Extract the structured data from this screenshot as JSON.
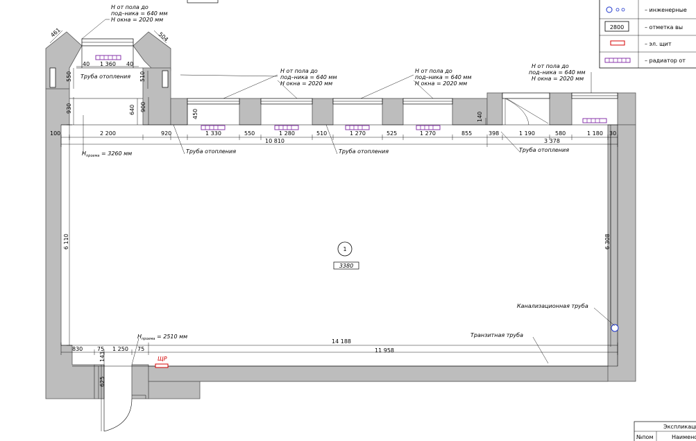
{
  "legend": {
    "items": [
      {
        "symbol": "",
        "text": "– инженерные"
      },
      {
        "symbol": "2800",
        "text": "– отметка вы"
      },
      {
        "symbol": "",
        "text": "– эл. щит"
      },
      {
        "symbol": "",
        "text": "– радиатор от"
      }
    ]
  },
  "notes": {
    "window_1": [
      "H  от пола до",
      "под–ника = 640 мм",
      "H окна = 2020 мм"
    ],
    "window_2": [
      "H  от пола до",
      "под–ника = 640 мм",
      "H окна = 2020 мм"
    ],
    "window_3": [
      "H  от пола до",
      "под–ника = 640 мм",
      "H окна = 2020 мм"
    ],
    "window_4": [
      "H  от пола до",
      "под–ника = 640 мм",
      "H окна = 2020 мм"
    ],
    "pipe_heating": "Труба отопления",
    "pipe_sewer": "Канализационная труба",
    "pipe_transit": "Транзитная труба",
    "h_opening_top": "H",
    "h_opening_top_sub": "проема",
    "h_opening_top_val": " = 3260 мм",
    "h_opening_bottom": "H",
    "h_opening_bottom_sub": "проема",
    "h_opening_bottom_val": " = 2510 мм",
    "panel_label": "ЩР"
  },
  "room": {
    "number": "1",
    "elevation": "3380"
  },
  "dims": {
    "bay_diag_left": "461",
    "bay_diag_right": "504",
    "bay_40a": "40",
    "bay_1360": "1 360",
    "bay_40b": "40",
    "bay_550": "550",
    "bay_510": "510",
    "left_930": "930",
    "left_640": "640",
    "left_900": "900",
    "seg_100": "100",
    "seg_2200": "2 200",
    "seg_920": "920",
    "seg_1330": "1 330",
    "seg_550": "550",
    "seg_1280": "1 280",
    "seg_510": "510",
    "seg_1270a": "1 270",
    "seg_525": "525",
    "seg_1270b": "1 270",
    "seg_855": "855",
    "seg_398": "398",
    "seg_1190": "1 190",
    "seg_580": "580",
    "seg_1180": "1 180",
    "seg_30": "30",
    "seg_140": "140",
    "seg_450": "450",
    "total_10810": "10 810",
    "total_3378": "3 378",
    "side_6110": "6 110",
    "side_6308": "6 308",
    "bot_830": "830",
    "bot_75a": "75",
    "bot_1250": "1 250",
    "bot_75b": "75",
    "bot_14188": "14 188",
    "bot_11958": "11 958",
    "bot_143": "143",
    "bot_625": "625"
  },
  "table": {
    "title": "Экспликаци",
    "col_1": "№пом",
    "col_2": "Наимено"
  }
}
